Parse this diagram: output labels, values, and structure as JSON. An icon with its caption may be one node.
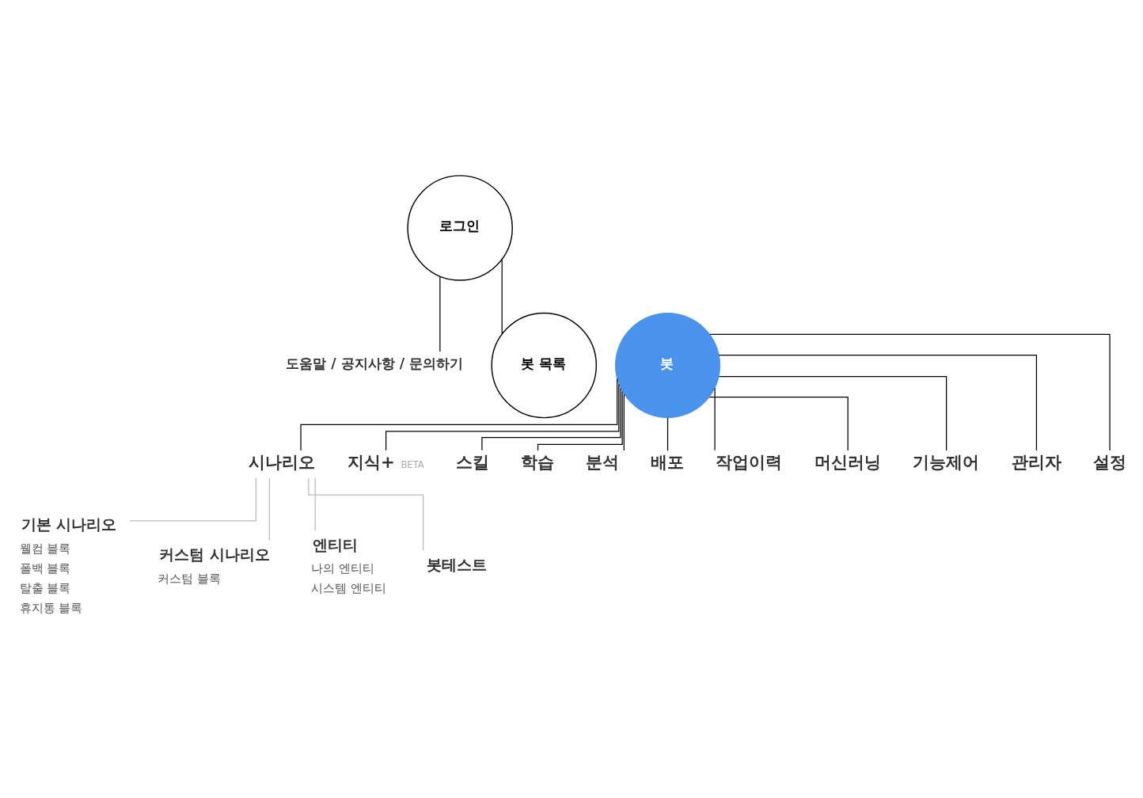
{
  "diagram": {
    "nodes": [
      {
        "text": [
          "로그인"
        ]
      },
      {
        "text": [
          "도움말 / 공지사항 / 문의하기"
        ]
      },
      {
        "text": [
          "봇 목록"
        ]
      },
      {
        "text": [
          "봇"
        ]
      },
      {
        "text": [
          "시나리오"
        ]
      },
      {
        "text": [
          "지식+"
        ],
        "beside": [
          "BETA"
        ]
      },
      {
        "text": [
          "스킬"
        ]
      },
      {
        "text": [
          "학습"
        ]
      },
      {
        "text": [
          "분석"
        ]
      },
      {
        "text": [
          "배포"
        ]
      },
      {
        "text": [
          "작업이력"
        ]
      },
      {
        "text": [
          "머신러닝"
        ]
      },
      {
        "text": [
          "기능제어"
        ]
      },
      {
        "text": [
          "관리자"
        ]
      },
      {
        "text": [
          "설정"
        ]
      },
      {
        "text": [
          "기본 시나리오",
          "웰컴 블록",
          "폴백 블록",
          "탈출 블록",
          "휴지통 블록"
        ]
      },
      {
        "text": [
          "커스텀 시나리오",
          "커스텀 블록"
        ]
      },
      {
        "text": [
          "엔티티",
          "나의 엔티티",
          "시스템 엔티티"
        ]
      },
      {
        "text": [
          "봇테스트"
        ]
      }
    ],
    "edges": [
      {
        "from": 0,
        "to": 2,
        "arrow": "none"
      },
      {
        "from": 0,
        "to": 1,
        "arrow": "none"
      },
      {
        "from": 3,
        "to": 4,
        "arrow": "none"
      },
      {
        "from": 3,
        "to": 5,
        "arrow": "none"
      },
      {
        "from": 3,
        "to": 6,
        "arrow": "none"
      },
      {
        "from": 3,
        "to": 7,
        "arrow": "none"
      },
      {
        "from": 3,
        "to": 8,
        "arrow": "none"
      },
      {
        "from": 3,
        "to": 9,
        "arrow": "none"
      },
      {
        "from": 3,
        "to": 10,
        "arrow": "none"
      },
      {
        "from": 3,
        "to": 11,
        "arrow": "none"
      },
      {
        "from": 3,
        "to": 12,
        "arrow": "none"
      },
      {
        "from": 3,
        "to": 13,
        "arrow": "none"
      },
      {
        "from": 3,
        "to": 14,
        "arrow": "none"
      },
      {
        "from": 4,
        "to": 15,
        "arrow": "none",
        "color": "#bbbbbb"
      },
      {
        "from": 4,
        "to": 16,
        "arrow": "none",
        "color": "#bbbbbb"
      },
      {
        "from": 4,
        "to": 17,
        "arrow": "none",
        "color": "#bbbbbb"
      },
      {
        "from": 4,
        "to": 18,
        "arrow": "none",
        "color": "#bbbbbb"
      }
    ]
  }
}
